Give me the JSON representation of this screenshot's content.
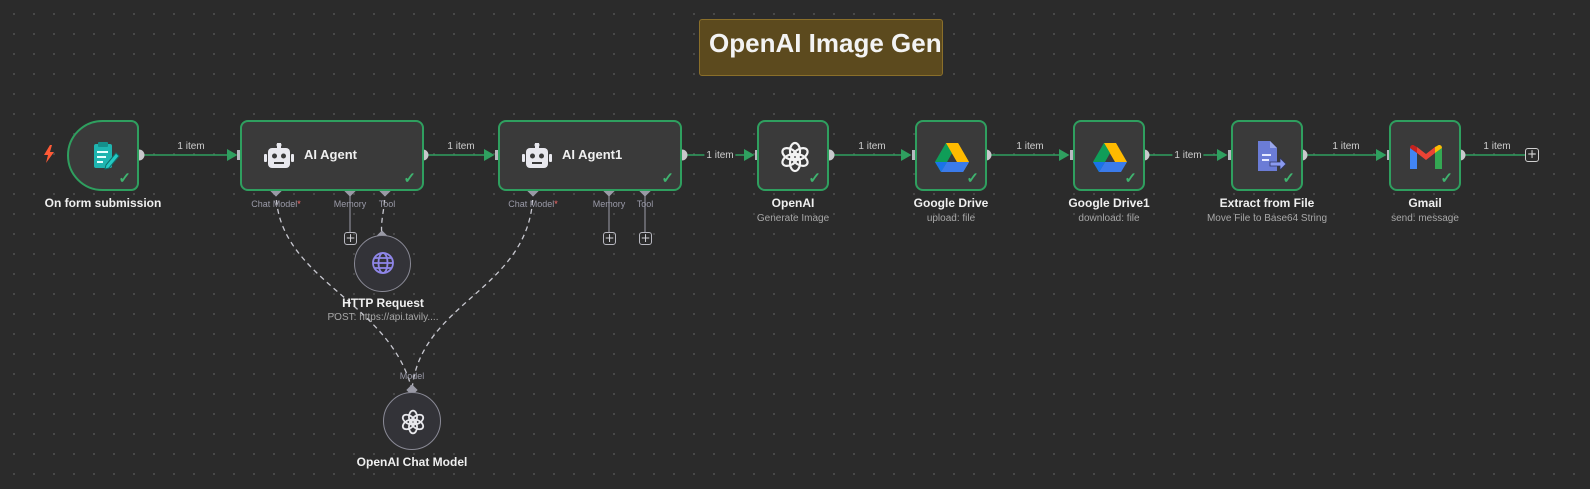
{
  "sticky": {
    "title": "OpenAI Image Gen"
  },
  "edge_label": "1 item",
  "nodes": {
    "form": {
      "label": "On form submission",
      "icon": "form-edit-icon"
    },
    "agent": {
      "label": "AI Agent",
      "icon": "robot-icon"
    },
    "agent1": {
      "label": "AI Agent1",
      "icon": "robot-icon"
    },
    "openai": {
      "label": "OpenAI",
      "sublabel": "Generate Image",
      "icon": "openai-icon"
    },
    "gdrive": {
      "label": "Google Drive",
      "sublabel": "upload: file",
      "icon": "google-drive-icon"
    },
    "gdrive1": {
      "label": "Google Drive1",
      "sublabel": "download: file",
      "icon": "google-drive-icon"
    },
    "extract": {
      "label": "Extract from File",
      "sublabel": "Move File to Base64 String",
      "icon": "file-extract-icon"
    },
    "gmail": {
      "label": "Gmail",
      "sublabel": "send: message",
      "icon": "gmail-icon"
    },
    "http": {
      "label": "HTTP Request",
      "sublabel": "POST: https://api.tavily....",
      "icon": "globe-icon"
    },
    "chatmodel": {
      "label": "OpenAI Chat Model",
      "icon": "openai-icon"
    }
  },
  "ports": {
    "chat_model": "Chat Model",
    "required_mark": "*",
    "memory": "Memory",
    "tool": "Tool",
    "model": "Model"
  },
  "colors": {
    "success": "#2f9f5f",
    "sticky": "#5c4a1e",
    "trigger_bolt": "#ff5a36",
    "canvas": "#2b2b2b"
  }
}
